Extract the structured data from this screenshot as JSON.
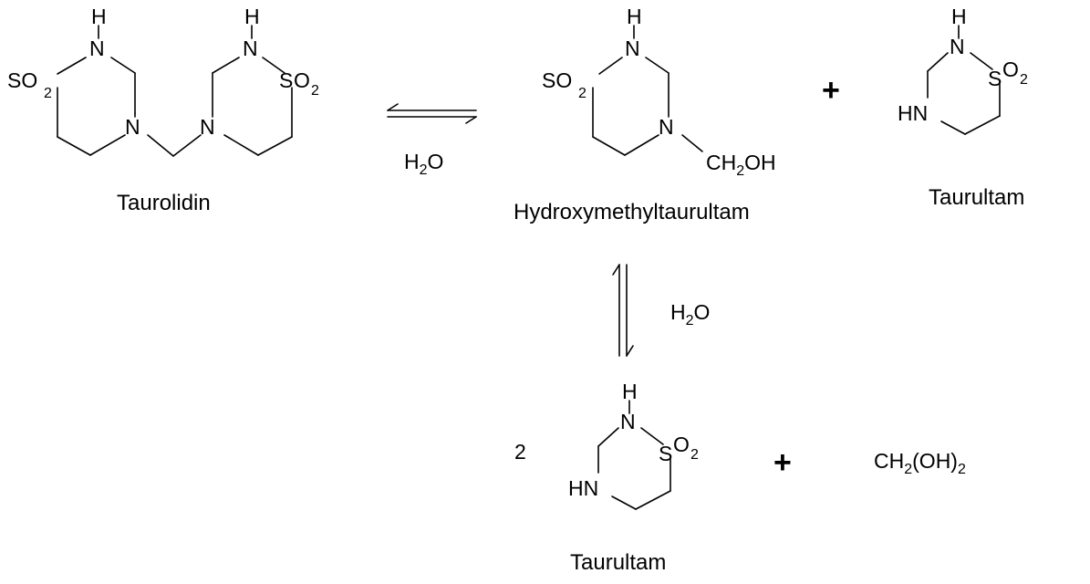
{
  "labels": {
    "taurolidin": "Taurolidin",
    "hydroxymethyltaurultam": "Hydroxymethyltaurultam",
    "taurultam_top": "Taurultam",
    "taurultam_bottom": "Taurultam",
    "water_top": "H",
    "water_top_sub": "2",
    "water_top_o": "O",
    "water_right": "H",
    "water_right_sub": "2",
    "water_right_o": "O",
    "coefficient": "2",
    "plus_top": "+",
    "plus_bottom": "+"
  },
  "atoms": {
    "H": "H",
    "N": "N",
    "HN": "HN",
    "S": "S",
    "SO": "SO",
    "O": "O",
    "sub2": "2",
    "CH": "CH",
    "OH": "OH"
  },
  "formaldehyde_hydrate": {
    "ch": "CH",
    "sub2": "2",
    "paren": "(OH)",
    "sub_end": "2"
  }
}
